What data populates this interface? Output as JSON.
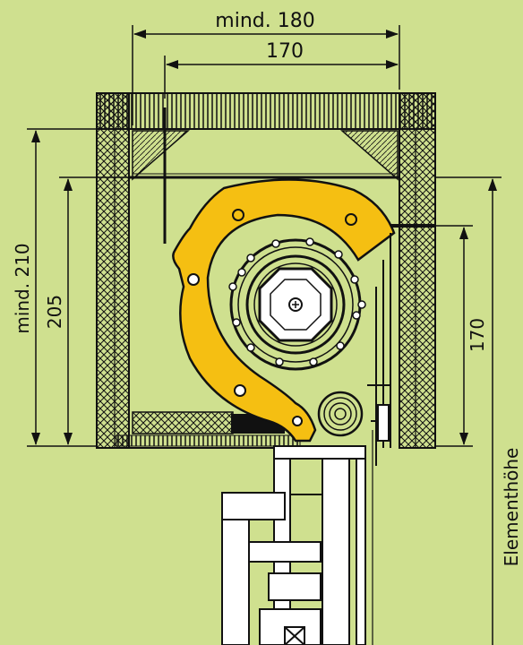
{
  "labels": {
    "width_min": "mind. 180",
    "width": "170",
    "height_min": "mind. 210",
    "height": "205",
    "inner_height": "170",
    "element_height": "Elementhöhe"
  },
  "colors": {
    "background": "#cfe08f",
    "shutter_yellow": "#f5bf12",
    "line": "#111111",
    "profile_fill": "#ffffff"
  }
}
